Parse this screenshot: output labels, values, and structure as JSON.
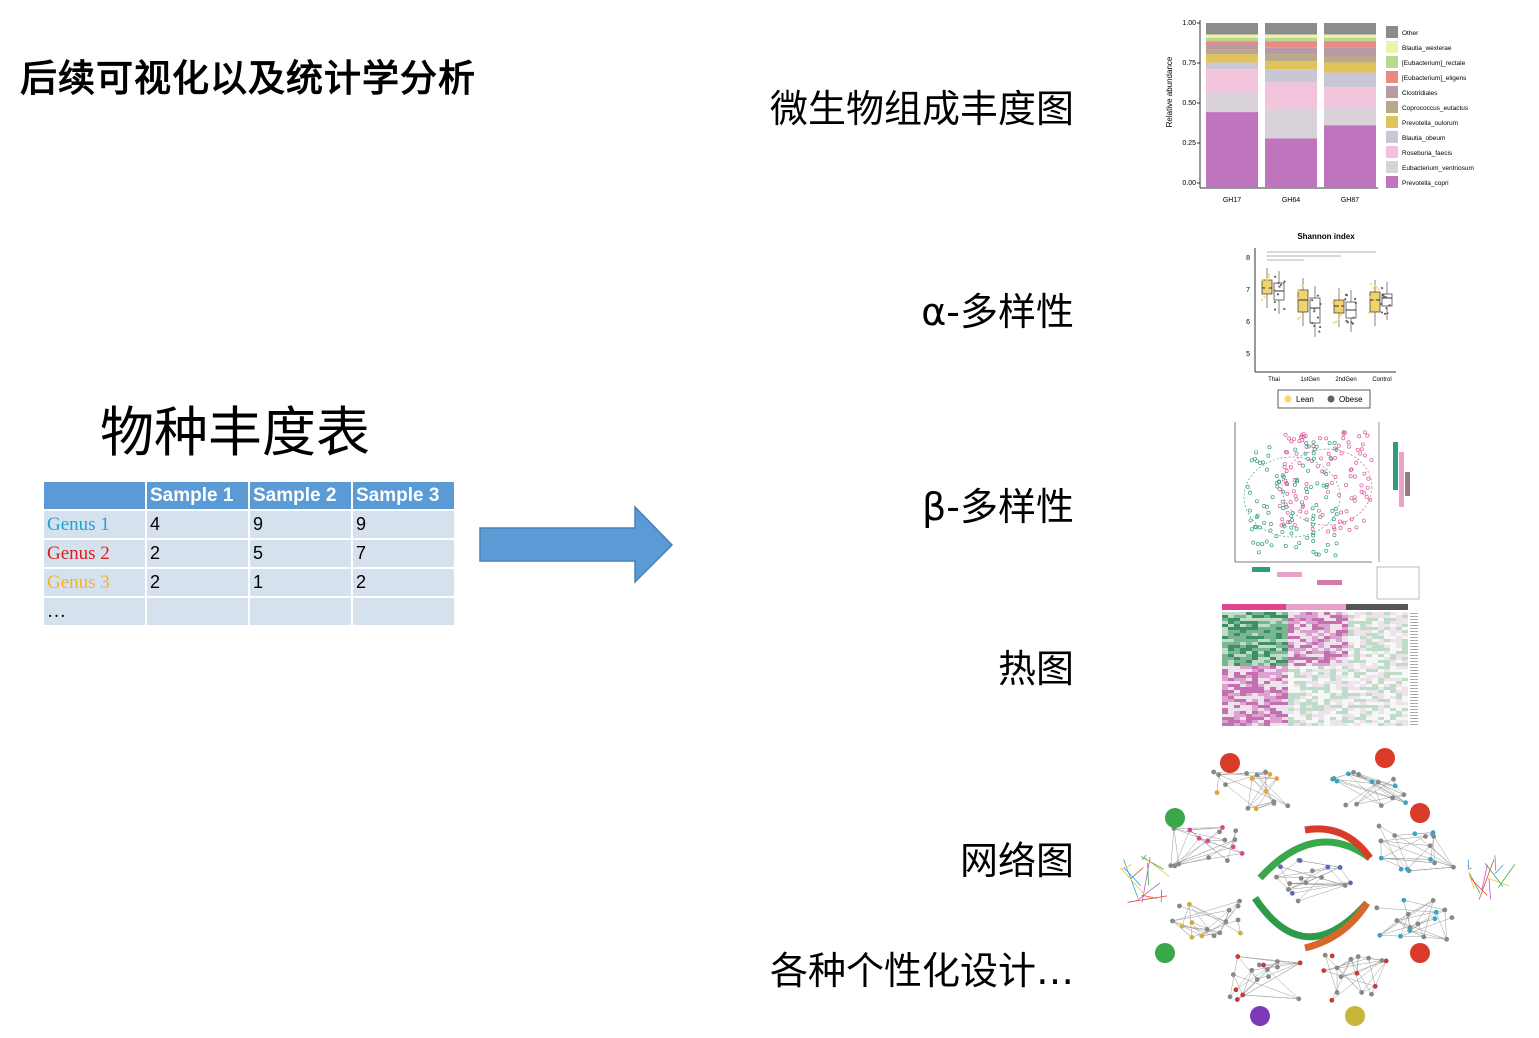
{
  "slide": {
    "title": "后续可视化以及统计学分析",
    "table_title": "物种丰度表"
  },
  "table": {
    "headers": [
      "",
      "Sample 1",
      "Sample 2",
      "Sample 3"
    ],
    "rows": [
      {
        "genus": "Genus 1",
        "genus_color": "#1aa3d9",
        "values": [
          "4",
          "9",
          "9"
        ]
      },
      {
        "genus": "Genus 2",
        "genus_color": "#e01b1b",
        "values": [
          "2",
          "5",
          "7"
        ]
      },
      {
        "genus": "Genus 3",
        "genus_color": "#f2b32a",
        "values": [
          "2",
          "1",
          "2"
        ]
      },
      {
        "genus": "…",
        "genus_color": "#000000",
        "values": [
          "",
          "",
          ""
        ]
      }
    ]
  },
  "arrow": {
    "color": "#5b9bd5"
  },
  "labels": {
    "composition": "微生物组成丰度图",
    "alpha": "α-多样性",
    "beta": "β-多样性",
    "heatmap": "热图",
    "network": "网络图",
    "custom": "各种个性化设计…"
  },
  "figures": {
    "stacked_bar": {
      "ylabel": "Relative abundance",
      "yticks": [
        "1.00",
        "0.75",
        "0.50",
        "0.25",
        "0.00"
      ],
      "samples": [
        "GH17",
        "GH64",
        "GH87"
      ],
      "legend": [
        {
          "name": "Other",
          "color": "#8c8c8c"
        },
        {
          "name": "Blautia_wexlerae",
          "color": "#eef3a8"
        },
        {
          "name": "[Eubacterium]_rectale",
          "color": "#b9d88f"
        },
        {
          "name": "[Eubacterium]_eligens",
          "color": "#ea8a86"
        },
        {
          "name": "Clostridiales",
          "color": "#b79aa6"
        },
        {
          "name": "Coprococcus_eutactus",
          "color": "#b9a88a"
        },
        {
          "name": "Prevotella_oulorum",
          "color": "#e0c35a"
        },
        {
          "name": "Blautia_obeum",
          "color": "#c9c6d6"
        },
        {
          "name": "Roseburia_faecis",
          "color": "#f2c4dc"
        },
        {
          "name": "Eubacterium_ventriosum",
          "color": "#d9d2d9"
        },
        {
          "name": "Prevotella_copri",
          "color": "#bf74be"
        }
      ]
    },
    "shannon": {
      "title": "Shannon index",
      "yticks": [
        "8",
        "7",
        "6",
        "5"
      ],
      "groups": [
        "Thai",
        "1stGen",
        "2ndGen",
        "Control"
      ],
      "legend": [
        "Lean",
        "Obese"
      ]
    }
  }
}
